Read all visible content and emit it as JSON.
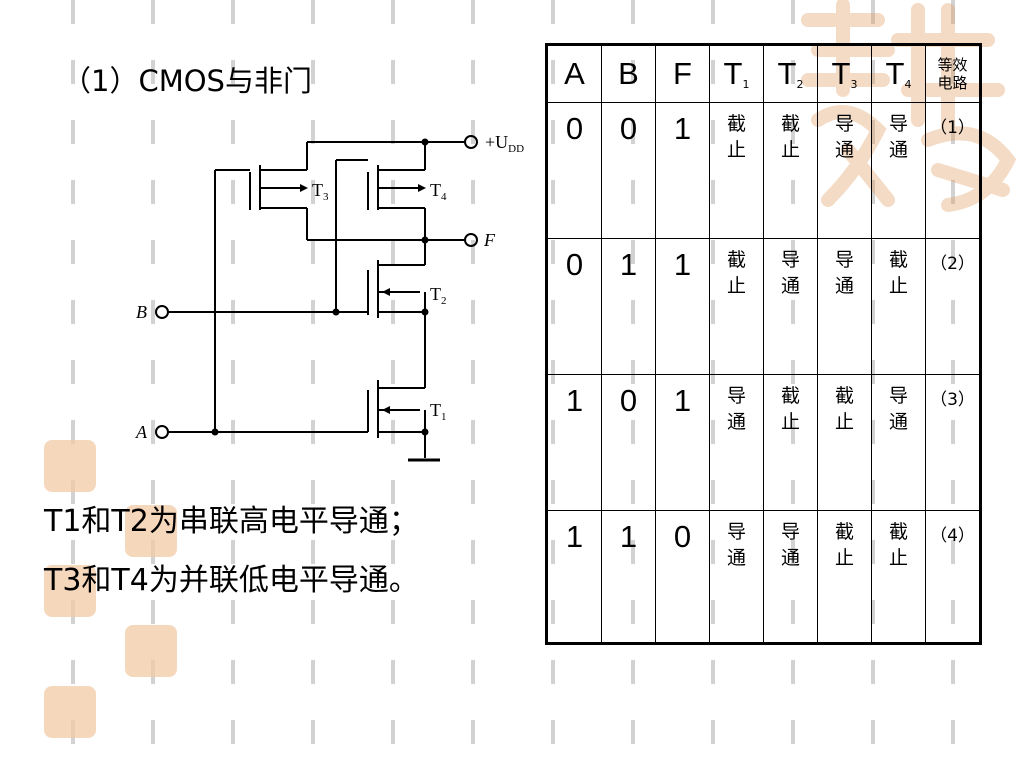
{
  "title": "（1）CMOS与非门",
  "circuit": {
    "vdd_label": "+U",
    "vdd_sub": "DD",
    "output_label": "F",
    "input_a_label": "A",
    "input_b_label": "B",
    "t1_label": "T",
    "t1_sub": "1",
    "t2_label": "T",
    "t2_sub": "2",
    "t3_label": "T",
    "t3_sub": "3",
    "t4_label": "T",
    "t4_sub": "4"
  },
  "notes": [
    "T1和T2为串联高电平导通；",
    "T3和T4为并联低电平导通。"
  ],
  "table": {
    "headers": {
      "a": "A",
      "b": "B",
      "f": "F",
      "t1": "T",
      "t1_sub": "1",
      "t2": "T",
      "t2_sub": "2",
      "t3": "T",
      "t3_sub": "3",
      "t4": "T",
      "t4_sub": "4",
      "equiv": "等效电路"
    },
    "rows": [
      {
        "a": "0",
        "b": "0",
        "f": "1",
        "t1": "截止",
        "t2": "截止",
        "t3": "导通",
        "t4": "导通",
        "equiv": "（1）"
      },
      {
        "a": "0",
        "b": "1",
        "f": "1",
        "t1": "截止",
        "t2": "导通",
        "t3": "导通",
        "t4": "截止",
        "equiv": "（2）"
      },
      {
        "a": "1",
        "b": "0",
        "f": "1",
        "t1": "导通",
        "t2": "截止",
        "t3": "截止",
        "t4": "导通",
        "equiv": "（3）"
      },
      {
        "a": "1",
        "b": "1",
        "f": "0",
        "t1": "导通",
        "t2": "导通",
        "t3": "截止",
        "t4": "截止",
        "equiv": "（4）"
      }
    ]
  },
  "colors": {
    "stamp": "#f2c9a6",
    "dash": "#cfcfcf"
  }
}
